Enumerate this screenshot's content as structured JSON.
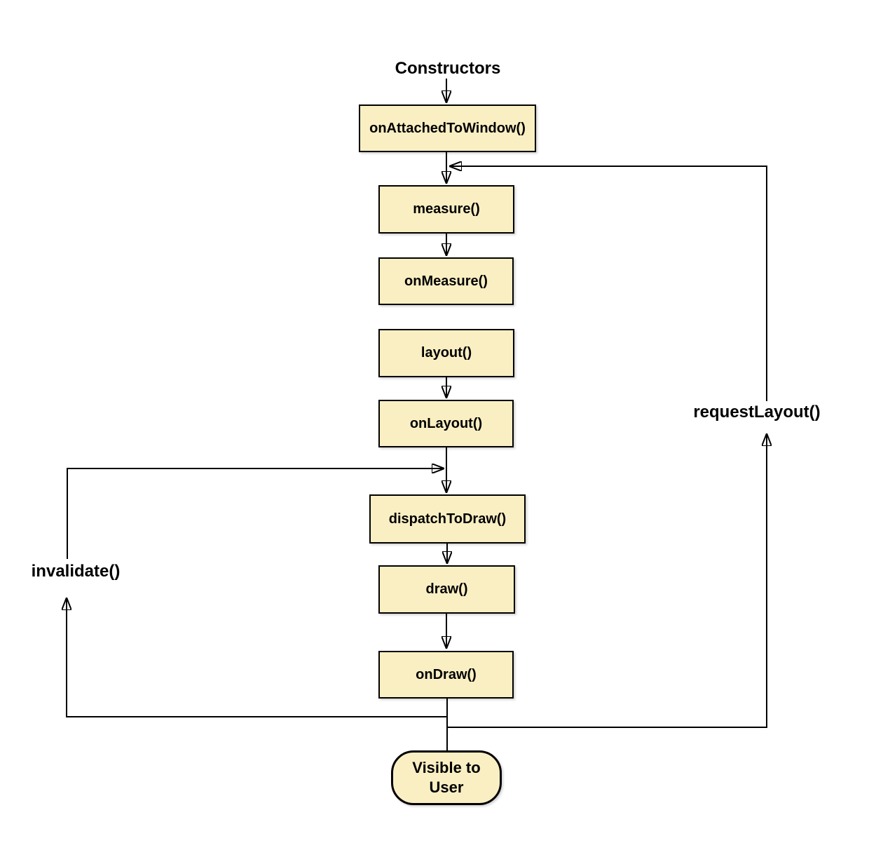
{
  "diagram": {
    "title": "Constructors",
    "nodes": [
      {
        "label": "onAttachedToWindow()"
      },
      {
        "label": "measure()"
      },
      {
        "label": "onMeasure()"
      },
      {
        "label": "layout()"
      },
      {
        "label": "onLayout()"
      },
      {
        "label": "dispatchToDraw()"
      },
      {
        "label": "draw()"
      },
      {
        "label": "onDraw()"
      }
    ],
    "terminator": {
      "label": "Visible to User"
    },
    "loop_labels": {
      "invalidate": "invalidate()",
      "request_layout": "requestLayout()"
    },
    "edges": [
      {
        "from": "Constructors",
        "to": "onAttachedToWindow()"
      },
      {
        "from": "onAttachedToWindow()",
        "to": "measure()"
      },
      {
        "from": "measure()",
        "to": "onMeasure()"
      },
      {
        "from": "layout()",
        "to": "onLayout()"
      },
      {
        "from": "onLayout()",
        "to": "dispatchToDraw()"
      },
      {
        "from": "dispatchToDraw()",
        "to": "draw()"
      },
      {
        "from": "draw()",
        "to": "onDraw()"
      },
      {
        "from": "onDraw()",
        "to": "Visible to User"
      },
      {
        "from": "onDraw()",
        "to": "dispatchToDraw()",
        "via": "invalidate()"
      },
      {
        "from": "onDraw()",
        "to": "measure()",
        "via": "requestLayout()"
      }
    ],
    "colors": {
      "node_fill": "#faefc3",
      "node_border": "#000000",
      "connector": "#000000",
      "text": "#000000",
      "background": "#ffffff"
    }
  }
}
